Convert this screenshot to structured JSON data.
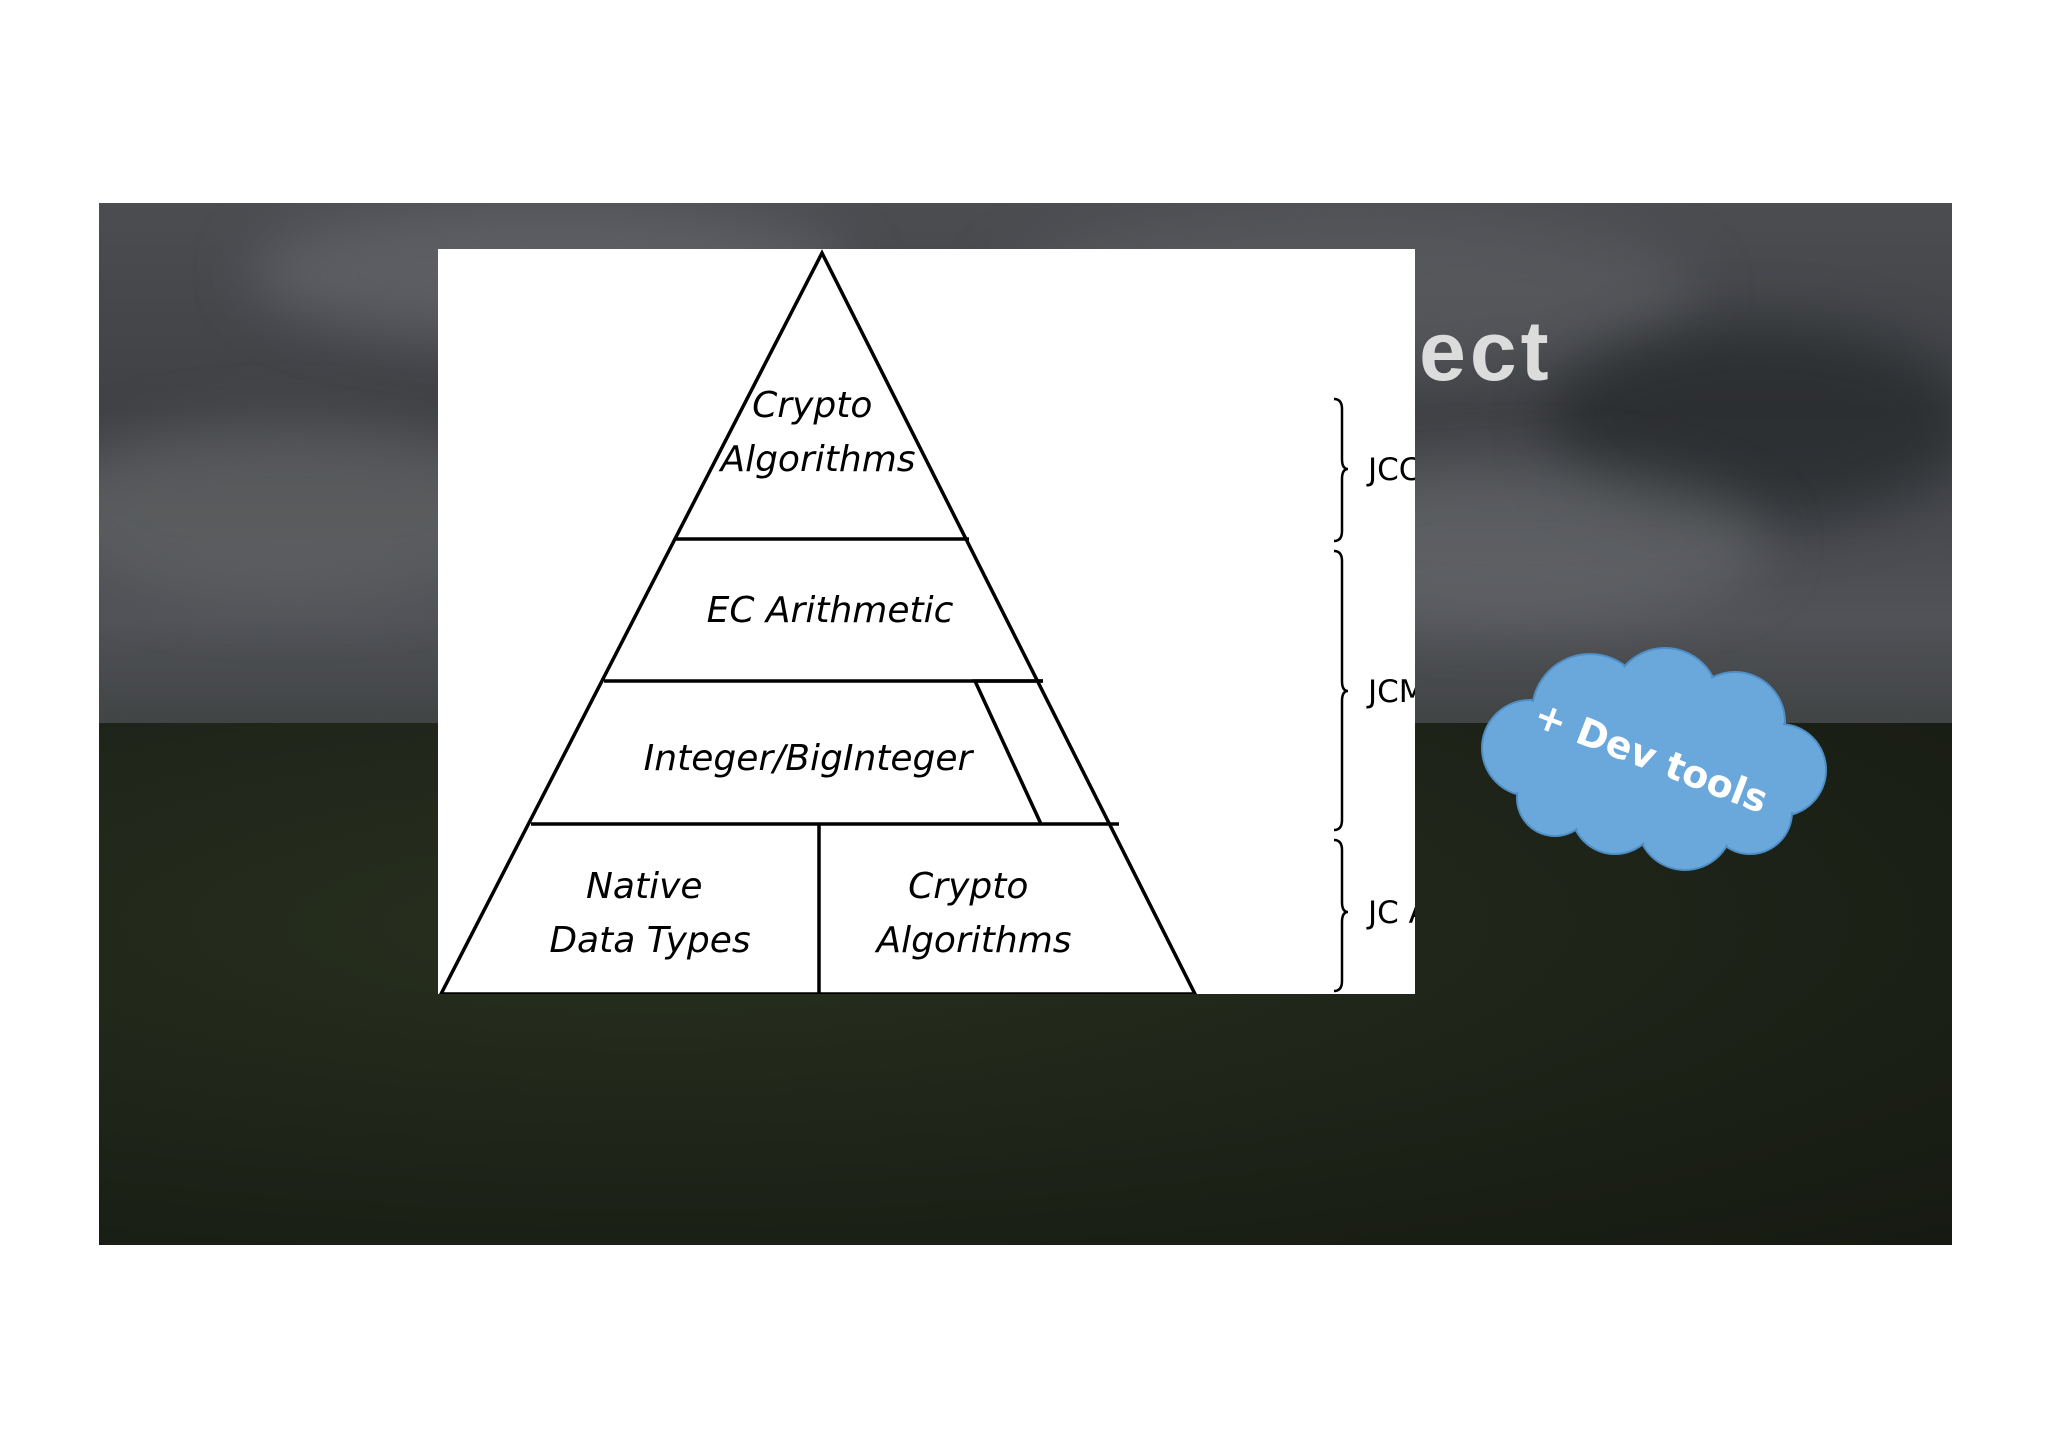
{
  "slide": {
    "title": "The OpenCrypto Project"
  },
  "pyramid": {
    "layers": [
      {
        "lines": [
          "Crypto",
          "Algorithms"
        ]
      },
      {
        "lines": [
          "EC Arithmetic"
        ]
      },
      {
        "lines": [
          "Integer/BigInteger"
        ]
      },
      {
        "lines": [
          "Native",
          "Data Types"
        ]
      },
      {
        "lines": [
          "Crypto",
          "Algorithms"
        ]
      }
    ],
    "brackets": [
      {
        "label": "JCCrypto"
      },
      {
        "label": "JCMath"
      },
      {
        "label": "JC API"
      }
    ]
  },
  "callout": {
    "text": "+ Dev tools",
    "shape": "cloud",
    "fill_color": "#6aa8dc",
    "stroke_color": "#4f8fc6",
    "text_color": "#ffffff"
  }
}
